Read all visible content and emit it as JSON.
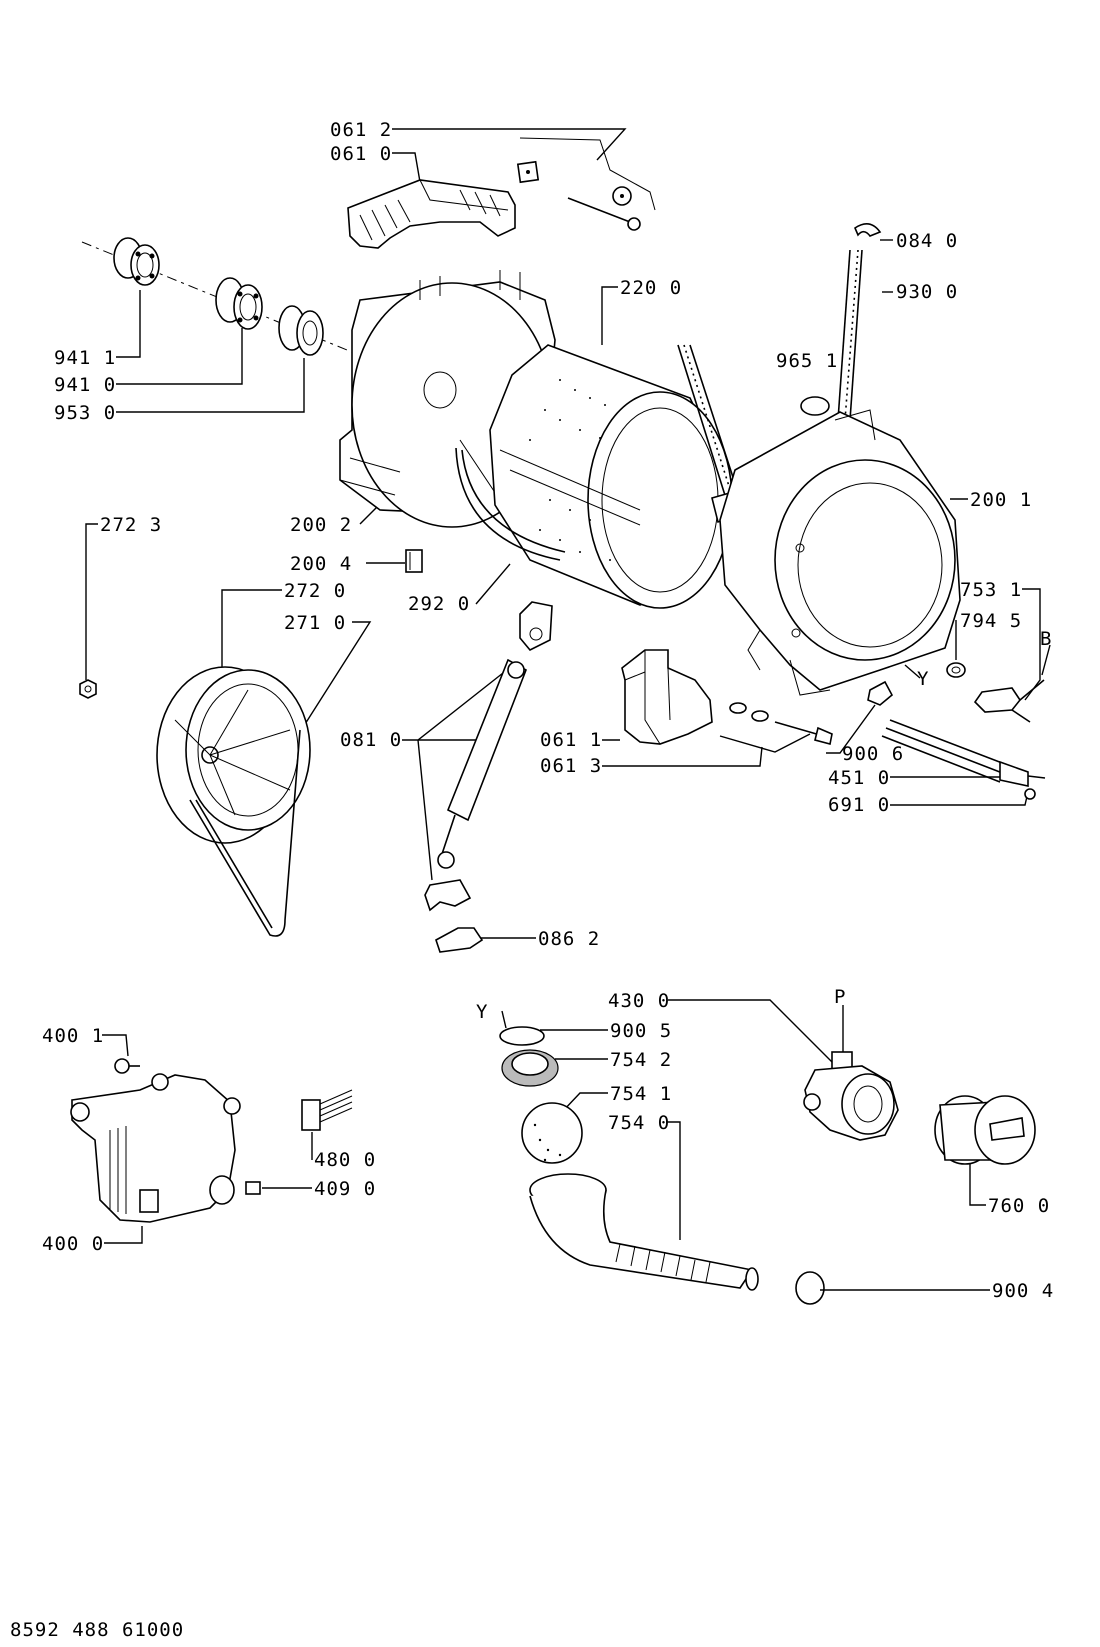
{
  "document_code": "8592 488 61000",
  "labels": {
    "l0612": "061 2",
    "l0610": "061 0",
    "l0840": "084 0",
    "l9300": "930 0",
    "l2200": "220 0",
    "l9651": "965 1",
    "l9411": "941 1",
    "l9410": "941 0",
    "l9530": "953 0",
    "l2001": "200 1",
    "l2723": "272 3",
    "l2002": "200 2",
    "l2004": "200 4",
    "l2720": "272 0",
    "l2920": "292 0",
    "l2710": "271 0",
    "l7531": "753 1",
    "l7945": "794 5",
    "lB": "B",
    "lY1": "Y",
    "l0810": "081 0",
    "l0611": "061 1",
    "l0613": "061 3",
    "l9006": "900 6",
    "l4510": "451 0",
    "l6910": "691 0",
    "l0862": "086 2",
    "lY2": "Y",
    "lP": "P",
    "l4300": "430 0",
    "l9005": "900 5",
    "l4001": "400 1",
    "l7542": "754 2",
    "l7541": "754 1",
    "l7540": "754 0",
    "l4800": "480 0",
    "l4090": "409 0",
    "l7600": "760 0",
    "l4000": "400 0",
    "l9004": "900 4"
  }
}
